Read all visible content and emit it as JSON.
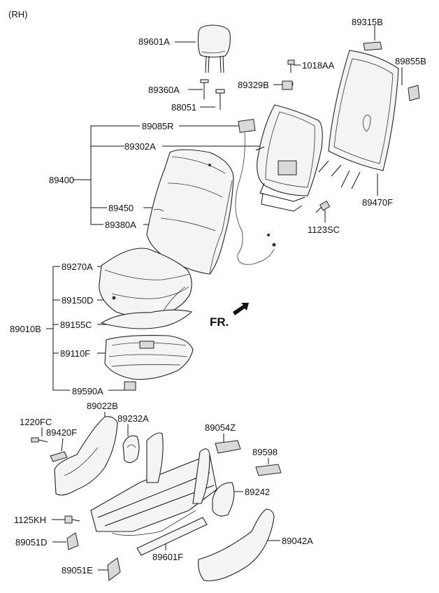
{
  "diagram": {
    "side_label": "(RH)",
    "direction_label": "FR.",
    "part_labels": {
      "p89315B": "89315B",
      "p89855B": "89855B",
      "p89601A": "89601A",
      "p1018AA": "1018AA",
      "p89360A": "89360A",
      "p89329B": "89329B",
      "p88051": "88051",
      "p89085R": "89085R",
      "p89302A": "89302A",
      "p89400": "89400",
      "p89450": "89450",
      "p89380A": "89380A",
      "p89470F": "89470F",
      "p1123SC": "1123SC",
      "p89270A": "89270A",
      "p89150D": "89150D",
      "p89010B": "89010B",
      "p89155C": "89155C",
      "p89110F": "89110F",
      "p89590A": "89590A",
      "p89022B": "89022B",
      "p1220FC": "1220FC",
      "p89232A": "89232A",
      "p89054Z": "89054Z",
      "p89420F": "89420F",
      "p89598": "89598",
      "p89242": "89242",
      "p1125KH": "1125KH",
      "p89042A": "89042A",
      "p89051D": "89051D",
      "p89601F": "89601F",
      "p89051E": "89051E"
    }
  }
}
